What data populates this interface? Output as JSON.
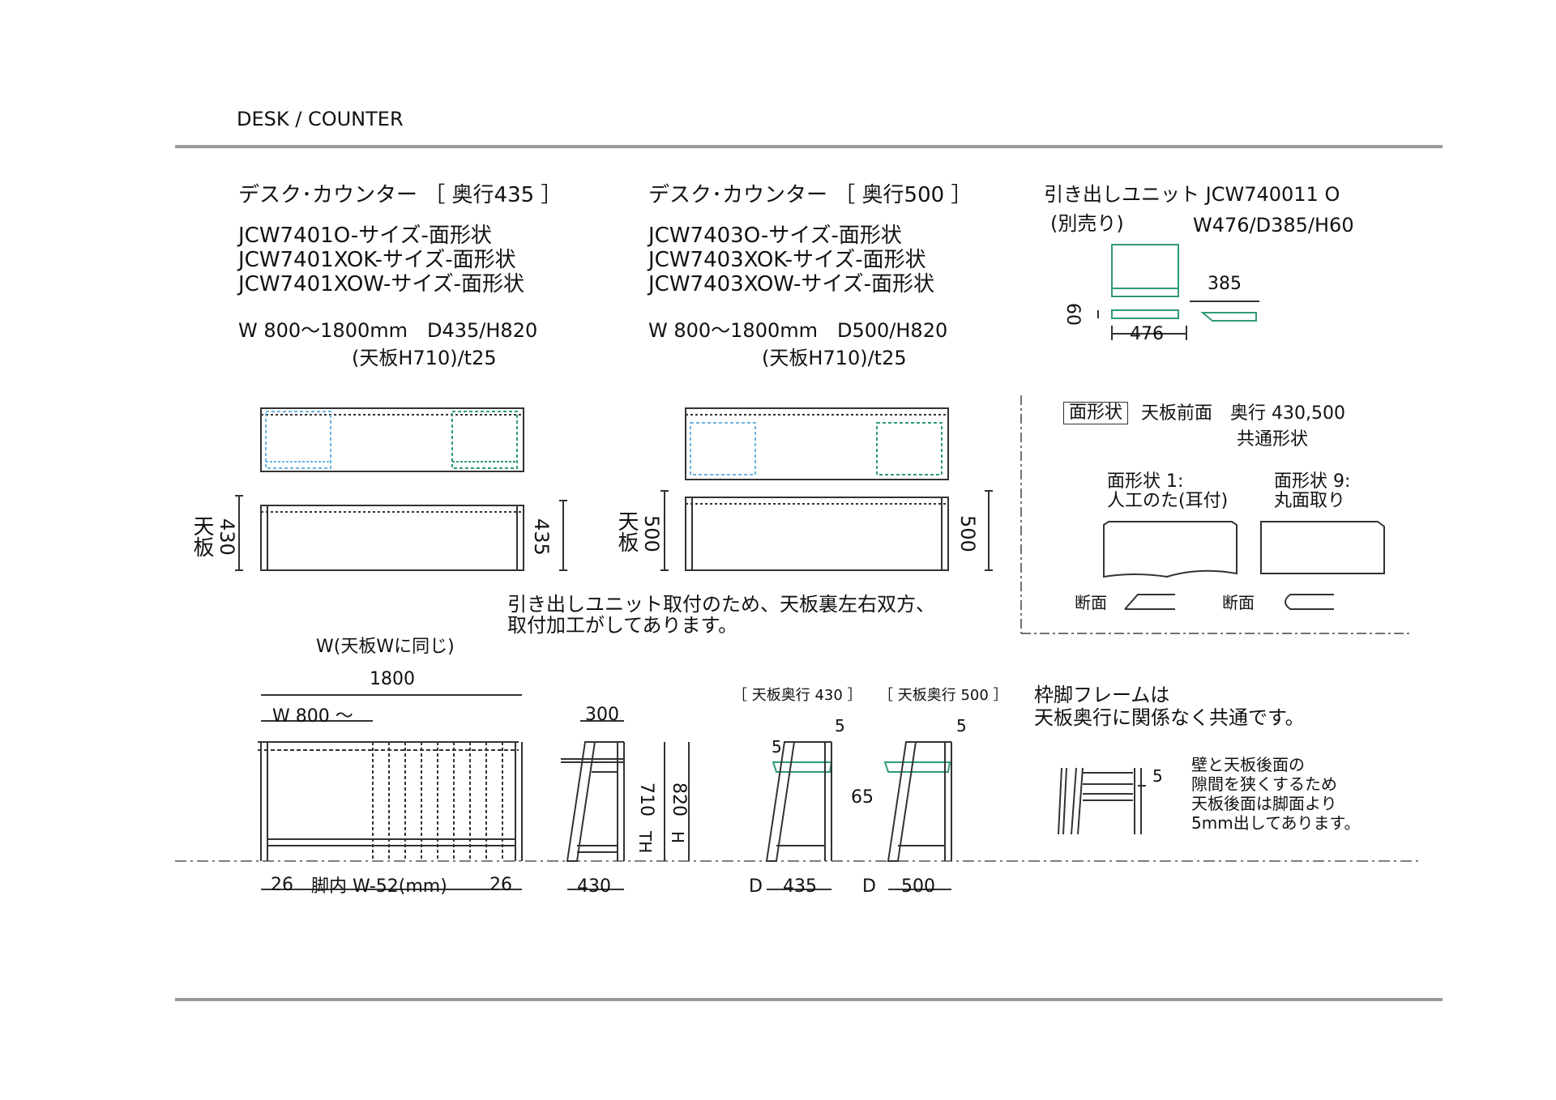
{
  "header": {
    "title": "DESK / COUNTER"
  },
  "left_spec": {
    "heading": "デスク･カウンター ［ 奥行435 ］",
    "models": [
      "JCW7401O-サイズ-面形状",
      "JCW7401XOK-サイズ-面形状",
      "JCW7401XOW-サイズ-面形状"
    ],
    "size1": "W 800～1800mm　D435/H820",
    "size2": "(天板H710)/t25",
    "dim_top_label": "天板",
    "dim_430": "430",
    "dim_435": "435"
  },
  "mid_spec": {
    "heading": "デスク･カウンター ［ 奥行500 ］",
    "models": [
      "JCW7403O-サイズ-面形状",
      "JCW7403XOK-サイズ-面形状",
      "JCW7403XOW-サイズ-面形状"
    ],
    "size1": "W 800～1800mm　D500/H820",
    "size2": "(天板H710)/t25",
    "dim_top_label": "天板",
    "dim_500a": "500",
    "dim_500b": "500"
  },
  "drawer": {
    "heading": "引き出しユニット JCW740011 O",
    "sub": "(別売り)",
    "size": "W476/D385/H60",
    "dim_385": "385",
    "dim_60": "60",
    "dim_476": "476"
  },
  "shape": {
    "tag": "面形状",
    "desc1": "天板前面　奥行 430,500",
    "desc2": "共通形状",
    "shape1_title1": "面形状 1:",
    "shape1_title2": "人工のた(耳付)",
    "shape9_title1": "面形状 9:",
    "shape9_title2": "丸面取り",
    "section1": "断面",
    "section2": "断面"
  },
  "notes": {
    "drawer_note1": "引き出しユニット取付のため、天板裏左右双方、",
    "drawer_note2": "取付加工がしてあります。",
    "frame_note1": "枠脚フレームは",
    "frame_note2": "天板奥行に関係なく共通です。",
    "wall_note": [
      "壁と天板後面の",
      "隙間を狭くするため",
      "天板後面は脚面より",
      "5mm出してあります。"
    ]
  },
  "front_view": {
    "w_label": "W(天板Wに同じ)",
    "dim_1800": "1800",
    "dim_w800": "W 800 ～",
    "dim_26a": "26",
    "dim_inner": "脚内 W-52(mm)",
    "dim_26b": "26"
  },
  "side_view": {
    "dim_300": "300",
    "dim_710": "710",
    "dim_820": "820",
    "dim_th": "TH",
    "dim_h": "H",
    "dim_430": "430"
  },
  "depth_views": {
    "label430": "［ 天板奥行 430 ］",
    "label500": "［ 天板奥行 500 ］",
    "dim_5a": "5",
    "dim_5b": "5",
    "dim_5c": "5",
    "dim_65": "65",
    "dim_d1": "D",
    "dim_435": "435",
    "dim_d2": "D",
    "dim_500": "500",
    "dim_5d": "5"
  }
}
